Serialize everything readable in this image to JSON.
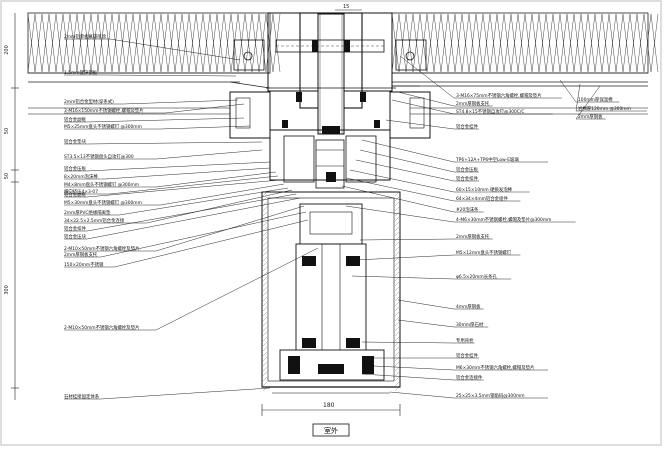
{
  "drawing": {
    "top_dim": "15",
    "bottom_dim": "180",
    "exterior_label": "室外",
    "side_dims": [
      "200",
      "50",
      "50",
      "300"
    ],
    "left_callouts": [
      "2mm铝单板氟碳喷涂",
      "1.5mm镀锌钢板",
      "2mm铝合金型材(穿条式)",
      "3-M16×150mm不锈钢螺栓,螺帽及垫片",
      "铝合金副框",
      "M5×25mm盘头不锈钢螺钉 @300mm",
      "铝合金垫块",
      "ST3.5×13不锈钢盘头自攻钉@300",
      "铝合金压板",
      "8×20mm泡沫棒",
      "M4×8mm盘头不锈钢螺钉 @300mm",
      "横向挤压4×3-07",
      "铝合金副框",
      "M5×30mm盘头不锈钢螺钉 @300mm",
      "2mm厚PVC绝缘隔离垫",
      "34×22.5×2.5mm铝合金连接",
      "铝合金扣件",
      "铝合金压块",
      "2-M10×50mm不锈钢六角螺栓及垫片",
      "2mm厚钢板支托",
      "150×20mm不锈钢",
      "2-M10×50mm不锈钢六角螺栓及垫片",
      "石材挂接固定体系"
    ],
    "right_callouts": [
      "3-M16×75mm不锈钢六角螺栓,螺帽及垫片",
      "2mm厚钢板支托",
      "ST4.8×15不锈钢自攻钉@300C/C",
      "铝合金挂件",
      "TP6+12A+TP6中空Low-E玻璃",
      "铝合金压板",
      "铝合金扣件",
      "60×15×10mm 硬质发泡棒",
      "64×34×4mm铝合金组件",
      "#20泡沫条",
      "4-M6×30mm不锈钢螺栓,螺帽及垫片@300mm",
      "2mm厚钢板支托",
      "M5×12mm盘头不锈钢螺钉",
      "φ6.5×20mm长条孔",
      "4mm厚钢板",
      "30mm厚石材",
      "专用背栓",
      "铝合金挂件",
      "M6×30mm不锈钢六角螺栓,螺帽及垫片",
      "铝合金连接件",
      "25×25×3.5mm钢角码@300mm"
    ],
    "far_right_callouts": [
      "100mm厚保温棉",
      "岩棉厚120mm @300mm",
      "2mm厚钢板"
    ]
  }
}
